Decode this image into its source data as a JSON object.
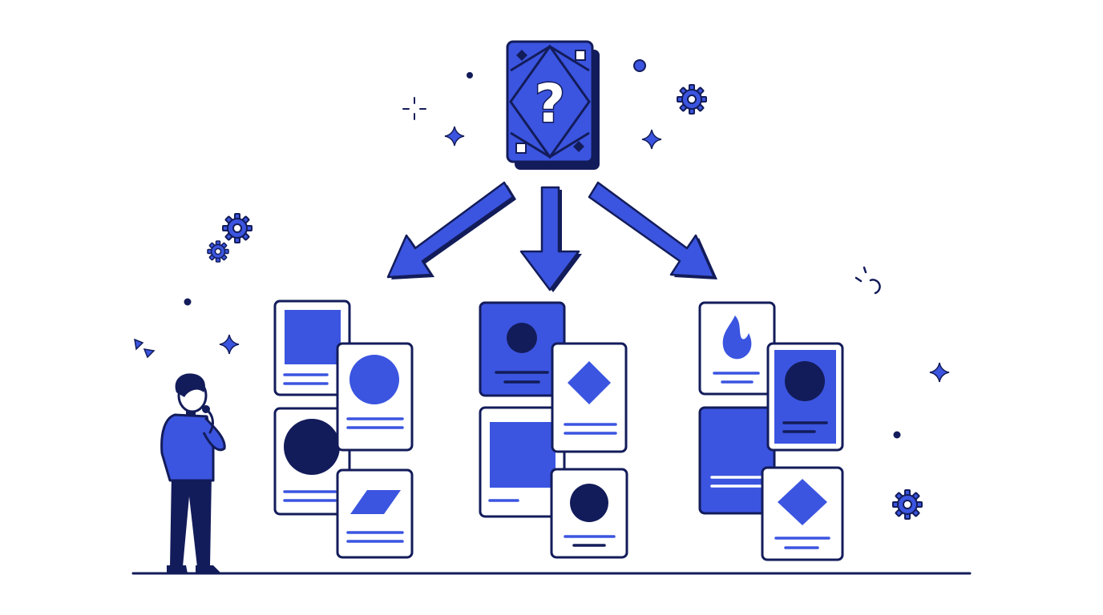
{
  "illustration": {
    "mystery_card": {
      "glyph": "?"
    },
    "colors": {
      "navy": "#131C5A",
      "blue": "#3B55E0",
      "background": "#FFFFFF"
    },
    "branches": [
      {
        "name": "left",
        "card_shapes": [
          "square",
          "circle",
          "circle",
          "parallelogram"
        ]
      },
      {
        "name": "center",
        "card_shapes": [
          "circle",
          "diamond",
          "square",
          "circle"
        ]
      },
      {
        "name": "right",
        "card_shapes": [
          "flame",
          "circle",
          "square",
          "diamond"
        ]
      }
    ]
  }
}
